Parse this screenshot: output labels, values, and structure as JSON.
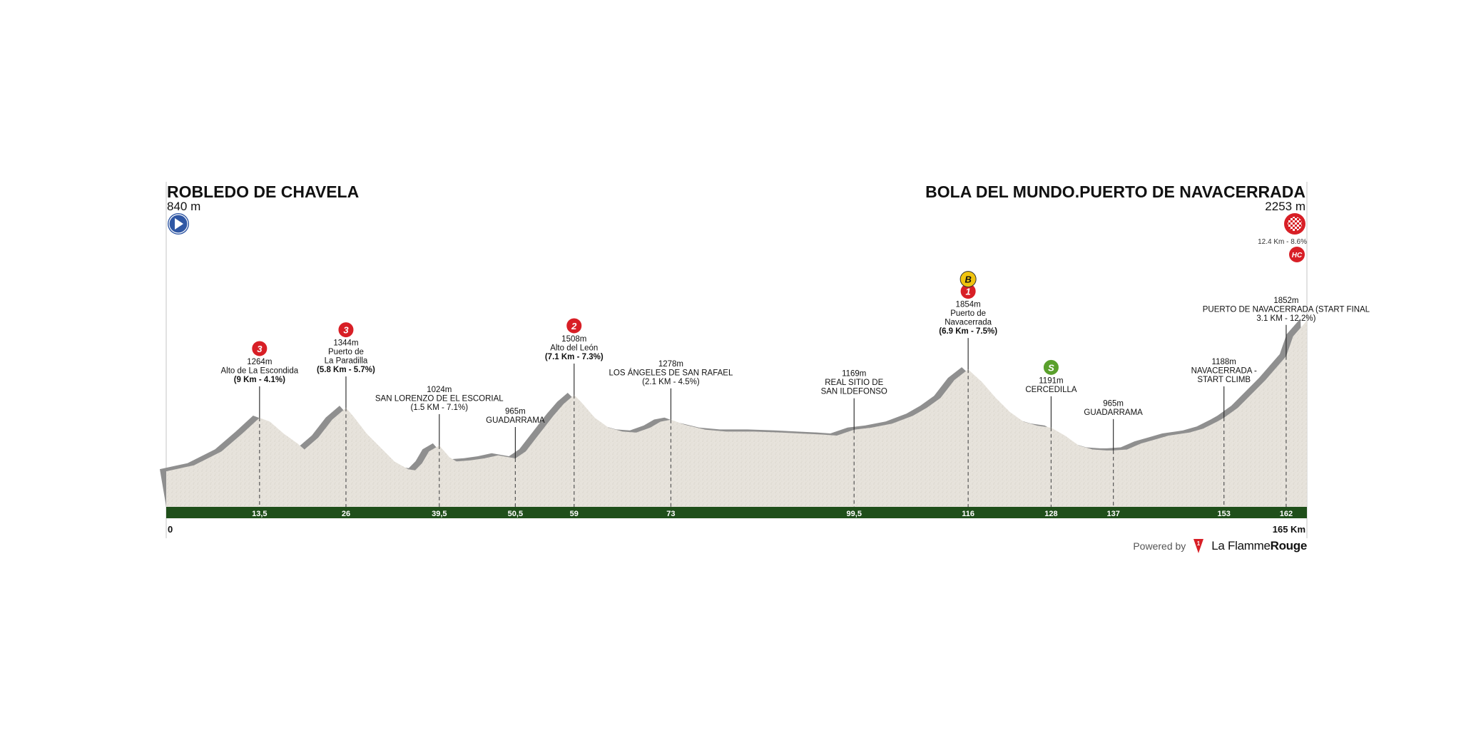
{
  "colors": {
    "terrain": "#e7e3dc",
    "terrain_shadow": "#8f8f8f",
    "distance_band": "#1f4f1a",
    "cat3": "#d81f26",
    "cat2": "#d81f26",
    "cat1": "#d81f26",
    "hc": "#d81f26",
    "bonus": "#f1c40f",
    "sprint": "#5aa02c",
    "start_icon": "#2f57a4",
    "finish_icon": "#d81f26"
  },
  "stage": {
    "start_name": "ROBLEDO DE CHAVELA",
    "start_alt": "840 m",
    "finish_name": "BOLA DEL MUNDO.PUERTO DE NAVACERRADA",
    "finish_alt": "2253 m",
    "finish_climb": "12.4 Km - 8.6%",
    "finish_category": "HC",
    "total_label": "165 Km",
    "zero_label": "0"
  },
  "brand": {
    "powered": "Powered by",
    "name_a": "La Flamme",
    "name_b": "Rouge",
    "logo": "flame-logo-icon"
  },
  "chart_data": {
    "type": "area",
    "xlim": [
      0,
      165
    ],
    "ylim": [
      700,
      2300
    ],
    "grid": false,
    "profile": [
      [
        0,
        840
      ],
      [
        4,
        870
      ],
      [
        8,
        940
      ],
      [
        11,
        1030
      ],
      [
        13.5,
        1110
      ],
      [
        15,
        1090
      ],
      [
        17,
        1030
      ],
      [
        19,
        980
      ],
      [
        20,
        950
      ],
      [
        22,
        1010
      ],
      [
        24,
        1100
      ],
      [
        26,
        1160
      ],
      [
        27,
        1120
      ],
      [
        29,
        1030
      ],
      [
        31,
        960
      ],
      [
        33,
        890
      ],
      [
        35,
        850
      ],
      [
        36,
        845
      ],
      [
        37,
        880
      ],
      [
        38,
        940
      ],
      [
        39.5,
        970
      ],
      [
        41,
        910
      ],
      [
        42,
        890
      ],
      [
        44,
        895
      ],
      [
        46,
        905
      ],
      [
        48,
        920
      ],
      [
        50.5,
        905
      ],
      [
        52,
        940
      ],
      [
        54,
        1030
      ],
      [
        56,
        1120
      ],
      [
        57.5,
        1180
      ],
      [
        59,
        1225
      ],
      [
        60,
        1190
      ],
      [
        62,
        1110
      ],
      [
        64,
        1060
      ],
      [
        66,
        1040
      ],
      [
        68,
        1035
      ],
      [
        70,
        1060
      ],
      [
        71.5,
        1090
      ],
      [
        73,
        1100
      ],
      [
        75,
        1075
      ],
      [
        78,
        1050
      ],
      [
        81,
        1040
      ],
      [
        85,
        1040
      ],
      [
        89,
        1035
      ],
      [
        92,
        1030
      ],
      [
        95,
        1025
      ],
      [
        97,
        1020
      ],
      [
        99.5,
        1050
      ],
      [
        102,
        1060
      ],
      [
        105,
        1080
      ],
      [
        108,
        1120
      ],
      [
        110,
        1160
      ],
      [
        112,
        1210
      ],
      [
        114,
        1300
      ],
      [
        116,
        1354
      ],
      [
        118,
        1290
      ],
      [
        120,
        1210
      ],
      [
        122,
        1140
      ],
      [
        124,
        1090
      ],
      [
        126,
        1070
      ],
      [
        128,
        1060
      ],
      [
        130,
        1020
      ],
      [
        132,
        970
      ],
      [
        134,
        950
      ],
      [
        136,
        945
      ],
      [
        137,
        945
      ],
      [
        139,
        950
      ],
      [
        141,
        980
      ],
      [
        143,
        1000
      ],
      [
        145,
        1020
      ],
      [
        148,
        1035
      ],
      [
        150,
        1055
      ],
      [
        152,
        1090
      ],
      [
        153,
        1110
      ],
      [
        155,
        1160
      ],
      [
        157,
        1230
      ],
      [
        159,
        1300
      ],
      [
        161,
        1380
      ],
      [
        162,
        1420
      ],
      [
        163,
        1520
      ],
      [
        165,
        1600
      ]
    ],
    "ticks": [
      {
        "km": 13.5,
        "label": "13,5"
      },
      {
        "km": 26,
        "label": "26"
      },
      {
        "km": 39.5,
        "label": "39,5"
      },
      {
        "km": 50.5,
        "label": "50,5"
      },
      {
        "km": 59,
        "label": "59"
      },
      {
        "km": 73,
        "label": "73"
      },
      {
        "km": 99.5,
        "label": "99,5"
      },
      {
        "km": 116,
        "label": "116"
      },
      {
        "km": 128,
        "label": "128"
      },
      {
        "km": 137,
        "label": "137"
      },
      {
        "km": 153,
        "label": "153"
      },
      {
        "km": 162,
        "label": "162"
      }
    ],
    "annotations": [
      {
        "km": 13.5,
        "lines": [
          "1264m",
          "Alto de La Escondida"
        ],
        "bold": "(9 Km - 4.1%)",
        "badge": "3",
        "badge_type": "cat3"
      },
      {
        "km": 26,
        "lines": [
          "1344m",
          "Puerto de",
          "La Paradilla"
        ],
        "bold": "(5.8 Km - 5.7%)",
        "badge": "3",
        "badge_type": "cat3"
      },
      {
        "km": 39.5,
        "lines": [
          "1024m",
          "SAN LORENZO DE EL ESCORIAL",
          "(1.5 KM - 7.1%)"
        ],
        "bold": "",
        "badge": "",
        "badge_type": ""
      },
      {
        "km": 50.5,
        "lines": [
          "965m",
          "GUADARRAMA"
        ],
        "bold": "",
        "badge": "",
        "badge_type": ""
      },
      {
        "km": 59,
        "lines": [
          "1508m",
          "Alto del León"
        ],
        "bold": "(7.1 Km - 7.3%)",
        "badge": "2",
        "badge_type": "cat2"
      },
      {
        "km": 73,
        "lines": [
          "1278m",
          "LOS ÁNGELES DE SAN RAFAEL",
          "(2.1 KM - 4.5%)"
        ],
        "bold": "",
        "badge": "",
        "badge_type": ""
      },
      {
        "km": 99.5,
        "lines": [
          "1169m",
          "REAL SITIO DE",
          "SAN ILDEFONSO"
        ],
        "bold": "",
        "badge": "",
        "badge_type": ""
      },
      {
        "km": 116,
        "lines": [
          "1854m",
          "Puerto de",
          "Navacerrada"
        ],
        "bold": "(6.9 Km - 7.5%)",
        "badge": "1",
        "badge_type": "cat1",
        "badge2": "B",
        "badge2_type": "bonus"
      },
      {
        "km": 128,
        "lines": [
          "1191m",
          "CERCEDILLA"
        ],
        "bold": "",
        "badge": "S",
        "badge_type": "sprint"
      },
      {
        "km": 137,
        "lines": [
          "965m",
          "GUADARRAMA"
        ],
        "bold": "",
        "badge": "",
        "badge_type": ""
      },
      {
        "km": 153,
        "lines": [
          "1188m",
          "NAVACERRADA -",
          "START CLIMB"
        ],
        "bold": "",
        "badge": "",
        "badge_type": ""
      },
      {
        "km": 162,
        "lines": [
          "1852m",
          "PUERTO DE NAVACERRADA (START FINAL",
          "3.1 KM - 12.2%)"
        ],
        "bold": "",
        "badge": "",
        "badge_type": ""
      }
    ]
  }
}
